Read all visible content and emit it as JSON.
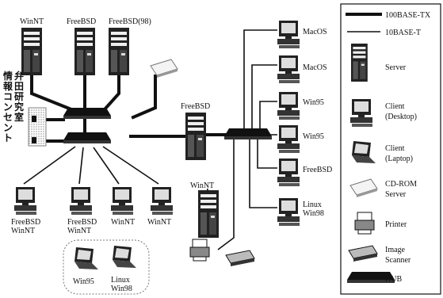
{
  "room_label": [
    "弁田研究室",
    "情報コンセント"
  ],
  "legend": {
    "tx": "100BASE-TX",
    "t": "10BASE-T",
    "server": "Server",
    "desktop": [
      "Client",
      "(Desktop)"
    ],
    "laptop": [
      "Client",
      "(Laptop)"
    ],
    "cdrom": [
      "CD-ROM",
      "Server"
    ],
    "printer": "Printer",
    "scanner": [
      "Image",
      "Scanner"
    ],
    "hub": "HUB"
  },
  "nodes": {
    "srv1": "WinNT",
    "srv2": "FreeBSD",
    "srv3": "FreeBSD(98)",
    "srv_mid": "FreeBSD",
    "srv_low": "WinNT",
    "pcl1": [
      "FreeBSD",
      "WinNT"
    ],
    "pcl2": [
      "FreeBSD",
      "WinNT"
    ],
    "pcl3": "WinNT",
    "pcl4": "WinNT",
    "lap1": "Win95",
    "lap2": [
      "Linux",
      "Win98"
    ],
    "r1": "MacOS",
    "r2": "MacOS",
    "r3": "Win95",
    "r4": "Win95",
    "r5": "FreeBSD",
    "r6": [
      "Linux",
      "Win98"
    ]
  }
}
